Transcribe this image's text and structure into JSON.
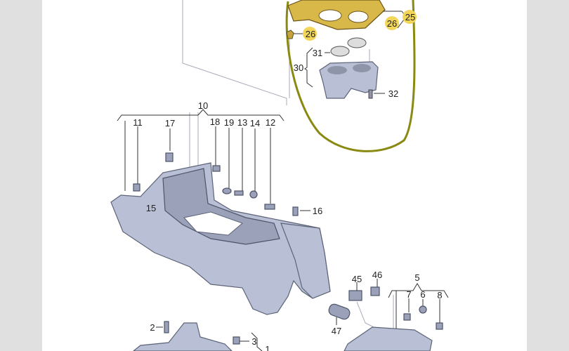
{
  "diagram": {
    "labels": {
      "p25": "25",
      "p26a": "26",
      "p26b": "26",
      "p31": "31",
      "p30": "30",
      "p32": "32",
      "p10": "10",
      "p11": "11",
      "p17": "17",
      "p18": "18",
      "p19": "19",
      "p13": "13",
      "p14": "14",
      "p12": "12",
      "p15": "15",
      "p16": "16",
      "p45": "45",
      "p46": "46",
      "p5": "5",
      "p7": "7",
      "p6": "6",
      "p8": "8",
      "p47": "47",
      "p2": "2",
      "p3": "3",
      "p1": "1"
    },
    "colors": {
      "highlight": "#f2d65a",
      "circle_annotation": "#8a8a12",
      "part_fill": "#b9c0d6",
      "frame_gold": "#d9b84a"
    }
  }
}
